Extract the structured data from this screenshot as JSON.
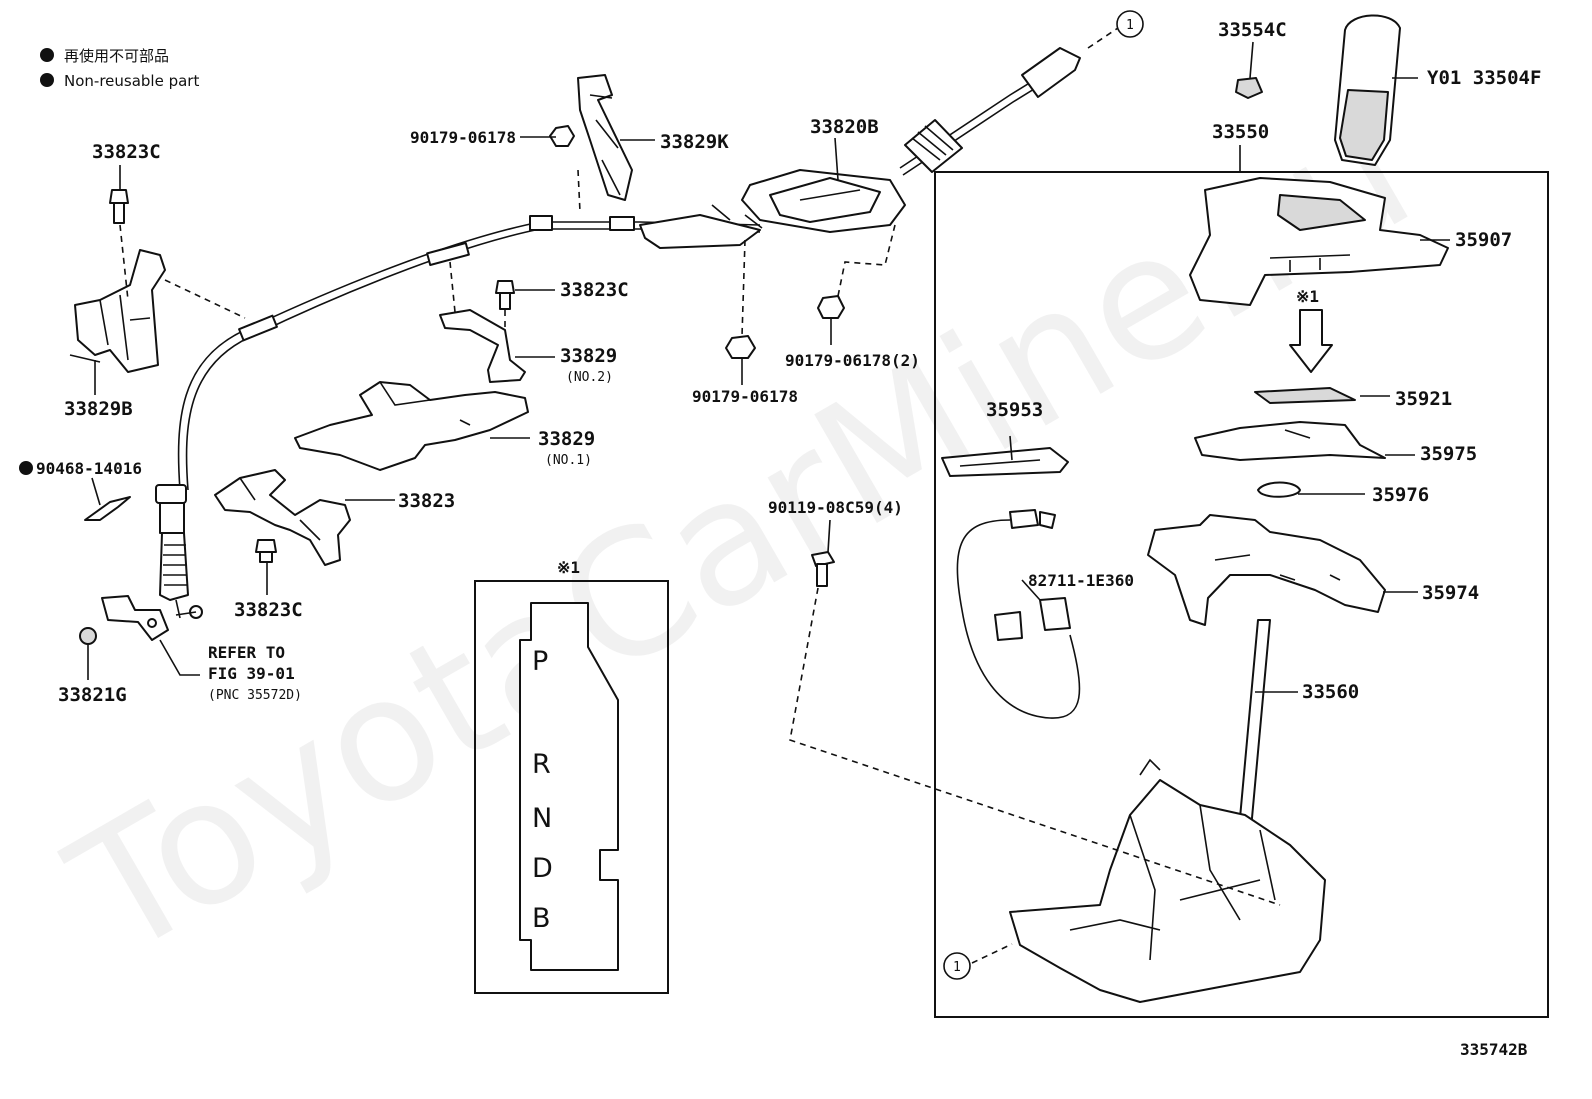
{
  "legend": {
    "line_jp": "再使用不可部品",
    "line_en": "Non-reusable part"
  },
  "watermark": "ToyotaCarMine.ru",
  "figure_code": "335742B",
  "reference_marker": "1",
  "note_marker": "※1",
  "shift_pattern": [
    "P",
    "R",
    "N",
    "D",
    "B"
  ],
  "refer_note": {
    "line1": "REFER TO",
    "line2": "FIG 39-01",
    "line3": "(PNC 35572D)"
  },
  "labels": {
    "p33823C_top": "33823C",
    "p33829K": "33829K",
    "p90179_top": "90179-06178",
    "p33820B": "33820B",
    "p33554C": "33554C",
    "p33504F": "Y01 33504F",
    "p33550": "33550",
    "p35907": "35907",
    "p33823C_mid": "33823C",
    "p33829_no2": "33829",
    "p33829_no2_sub": "(NO.2)",
    "p90179_mid2": "90179-06178(2)",
    "p90179_mid": "90179-06178",
    "p33829B": "33829B",
    "p33829_no1": "33829",
    "p33829_no1_sub": "(NO.1)",
    "p90468": "90468-14016",
    "p33823": "33823",
    "p90119": "90119-08C59(4)",
    "p33823C_bot": "33823C",
    "p33821G": "33821G",
    "p35953": "35953",
    "p35921": "35921",
    "p35975": "35975",
    "p35976": "35976",
    "p82711": "82711-1E360",
    "p35974": "35974",
    "p33560": "33560"
  }
}
